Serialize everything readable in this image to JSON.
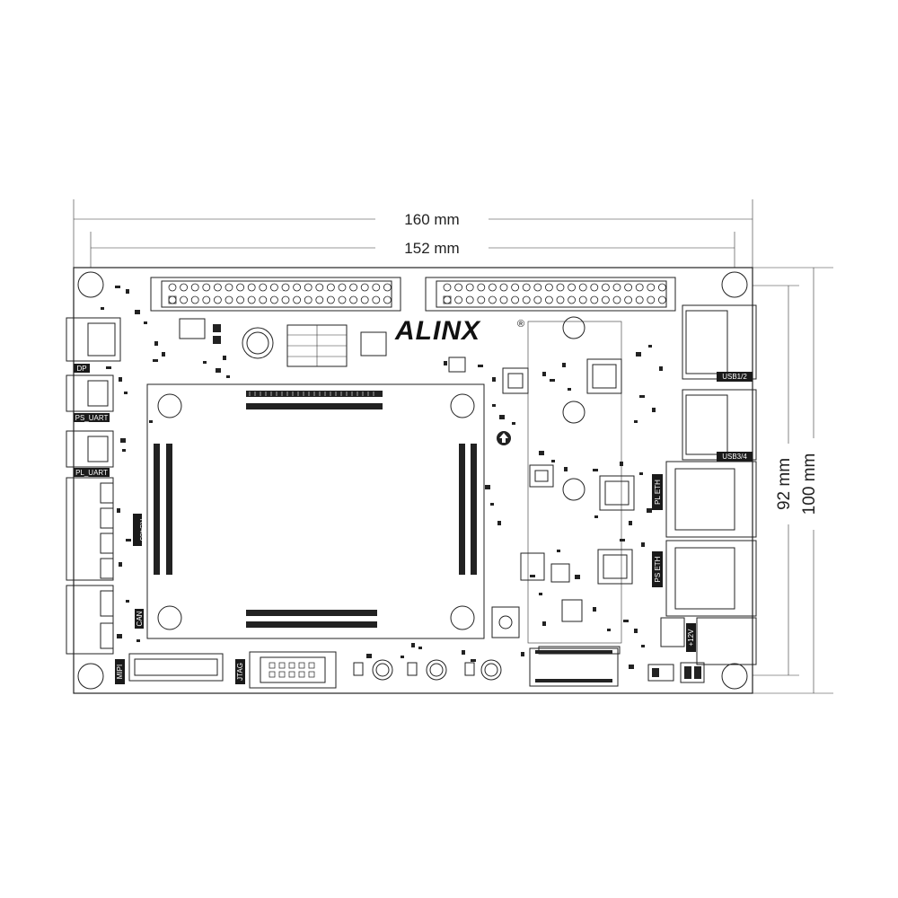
{
  "dimensions": {
    "width_outer": "160 mm",
    "width_inner": "152 mm",
    "height_inner": "92 mm",
    "height_outer": "100 mm"
  },
  "logo": {
    "brand": "ALINX",
    "registered": "®"
  },
  "port_labels": {
    "dp": "DP",
    "ps_uart": "PS_UART",
    "pl_uart": "PL_UART",
    "rs485": "RS485",
    "can": "CAN",
    "mipi": "MIPI",
    "jtag": "JTAG",
    "usb12": "USB1/2",
    "usb34": "USB3/4",
    "pl_eth": "PL ETH",
    "ps_eth": "PS ETH",
    "power": "+12V"
  },
  "colors": {
    "line": "#222222",
    "label_bg": "#1a1a1a",
    "label_text": "#ffffff"
  }
}
